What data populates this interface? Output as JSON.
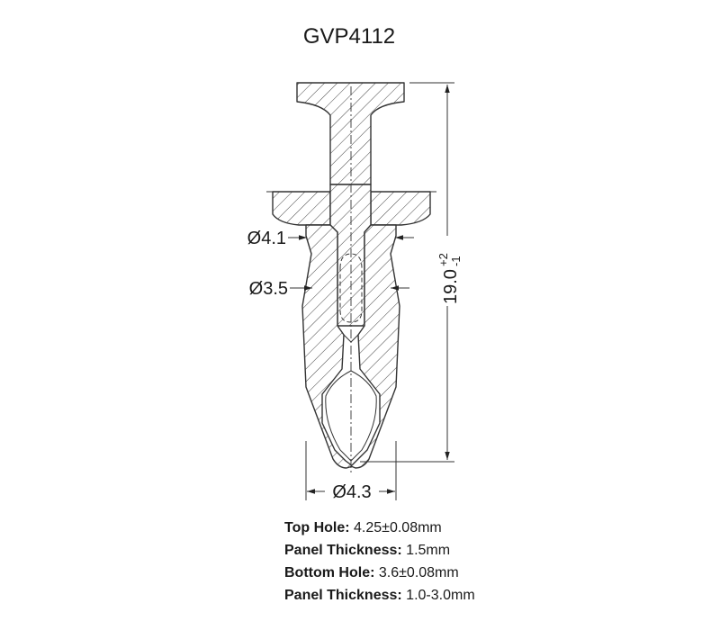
{
  "title": "GVP4112",
  "dimensions": {
    "dia_top": "Ø4.1",
    "dia_mid": "Ø3.5",
    "dia_bottom": "Ø4.3",
    "length_base": "19.0",
    "length_tol_upper": "+2",
    "length_tol_lower": "-1"
  },
  "specs": [
    {
      "label": "Top Hole:",
      "value": "4.25±0.08mm"
    },
    {
      "label": "Panel Thickness:",
      "value": "1.5mm"
    },
    {
      "label": "Bottom Hole:",
      "value": "3.6±0.08mm"
    },
    {
      "label": "Panel Thickness:",
      "value": "1.0-3.0mm"
    }
  ]
}
